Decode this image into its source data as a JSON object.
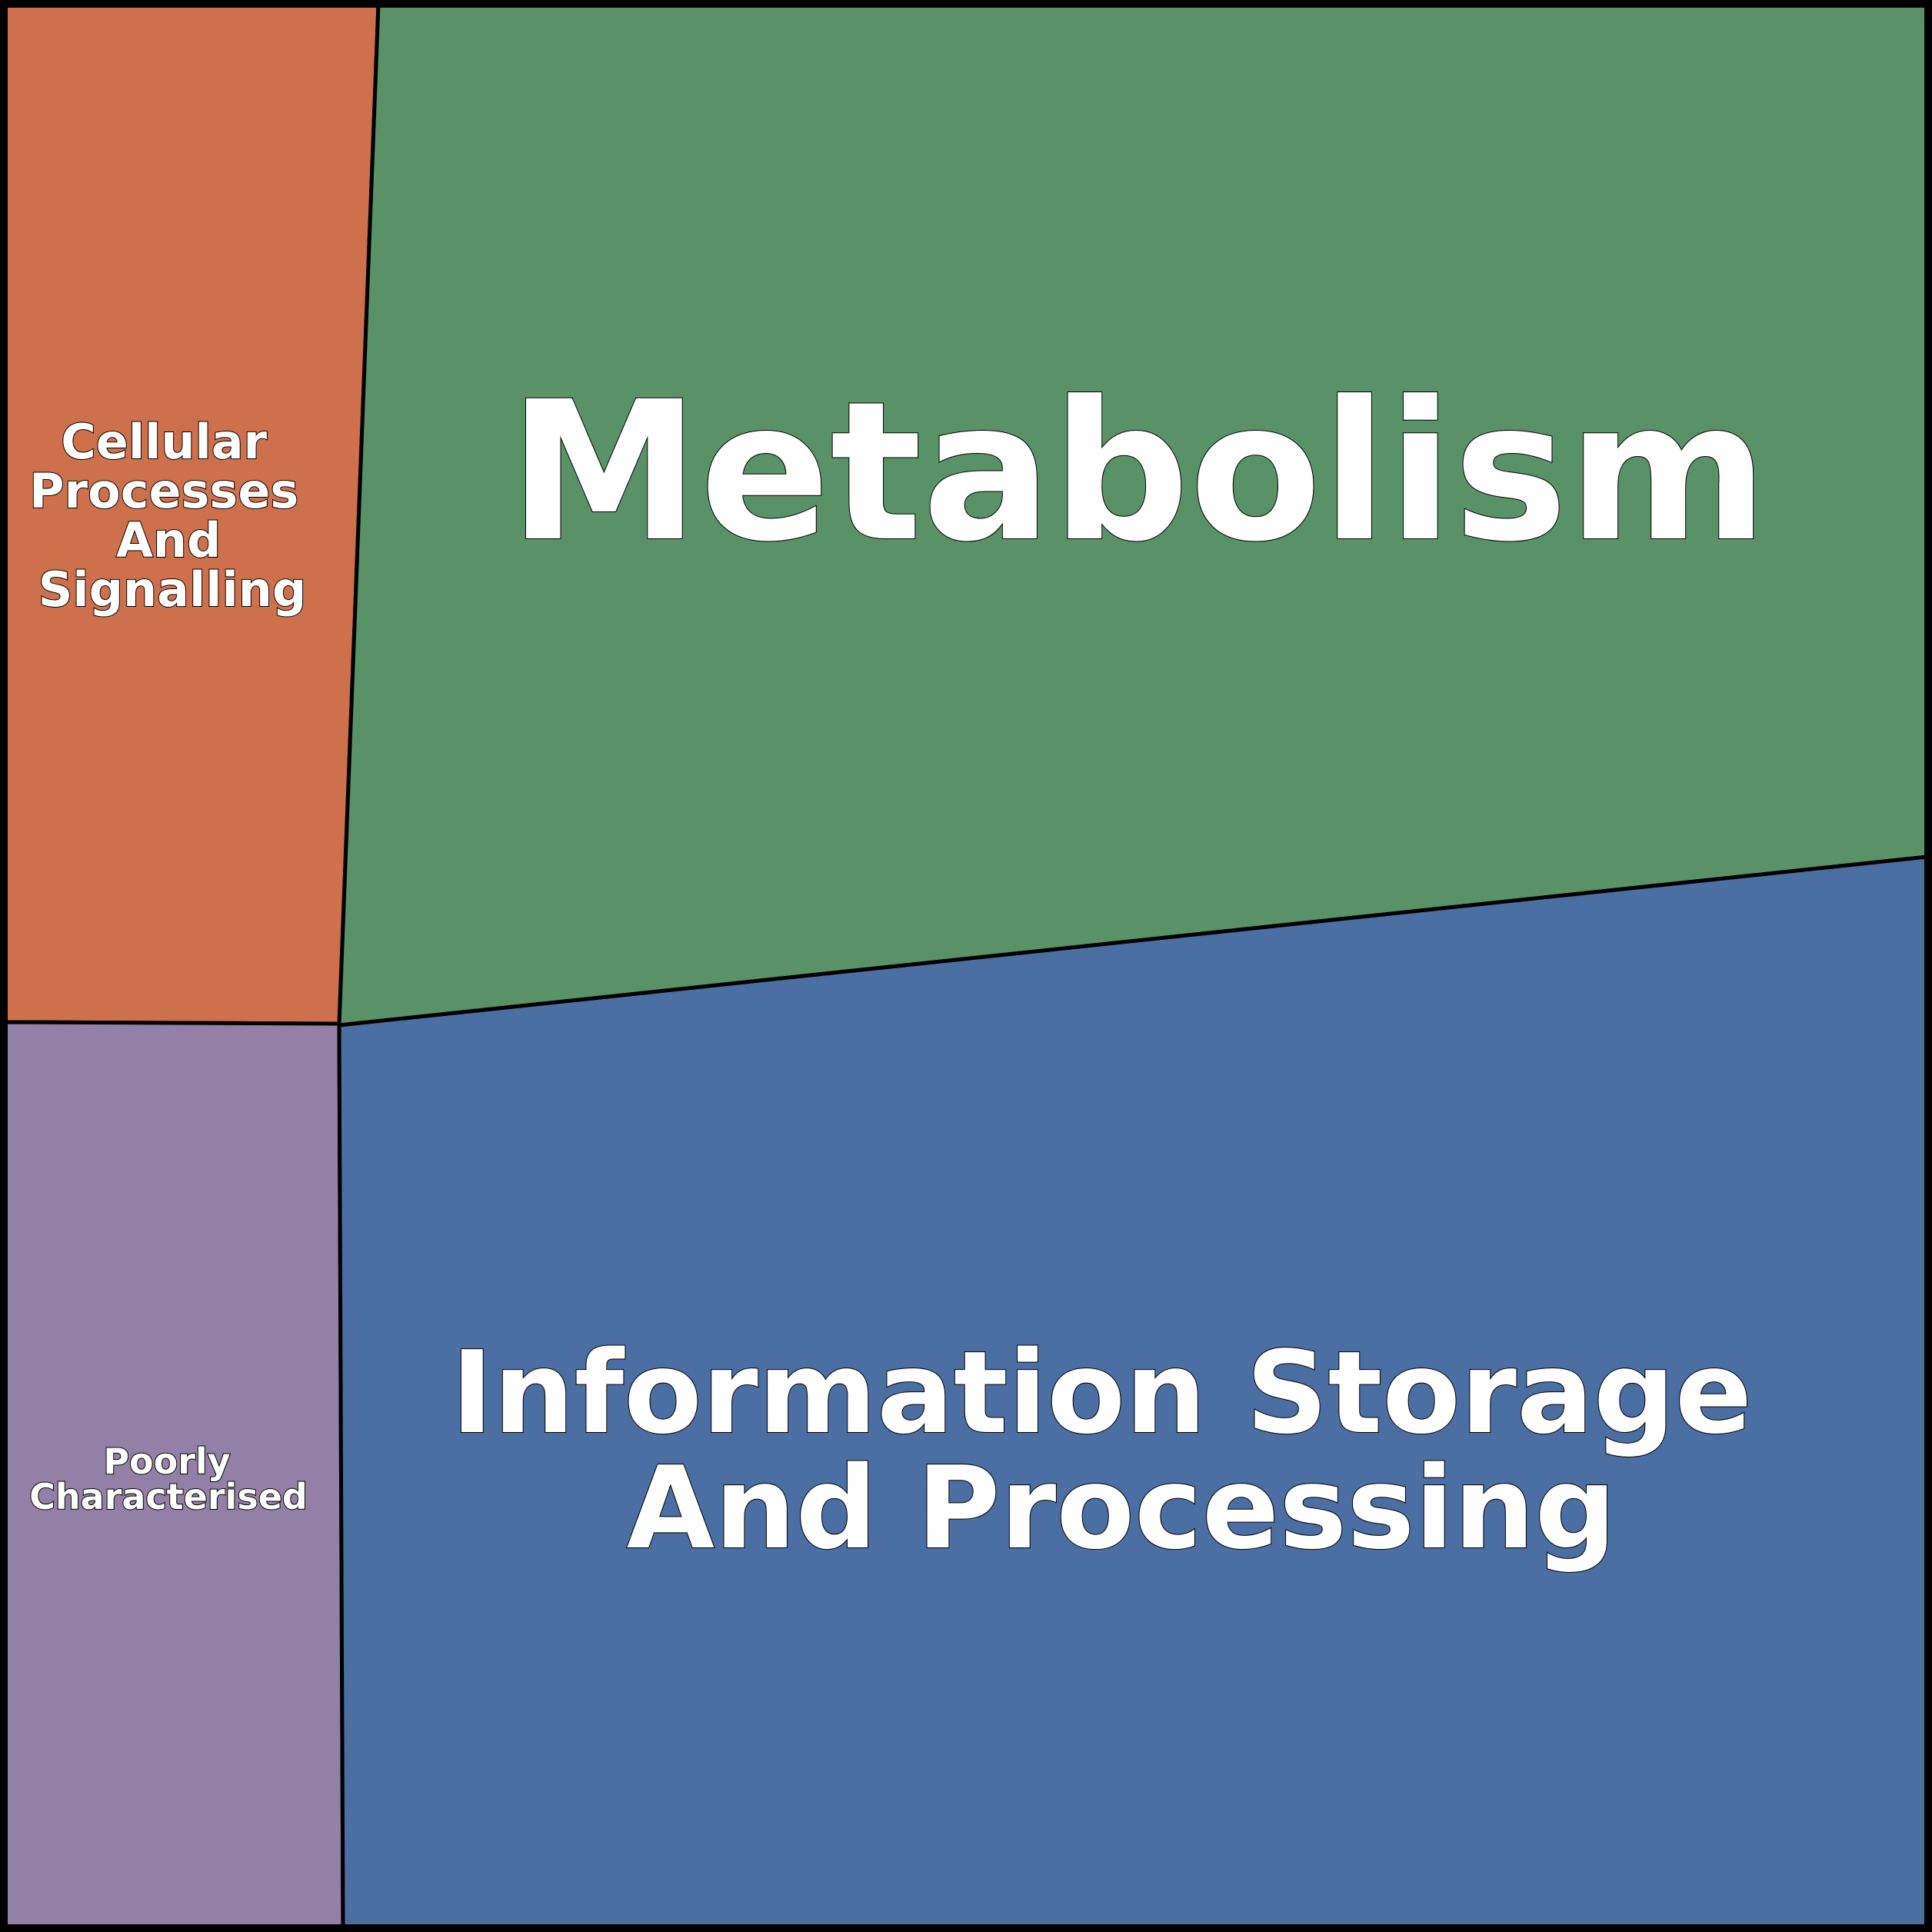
{
  "diagram": {
    "cells": [
      {
        "id": "metabolism",
        "lines": [
          "Metabolism"
        ],
        "color": "#5a9268"
      },
      {
        "id": "information-storage",
        "lines": [
          "Information Storage",
          "And Processing"
        ],
        "color": "#4b6ea3"
      },
      {
        "id": "cellular-processes",
        "lines": [
          "Cellular",
          "Processes",
          "And",
          "Signalling"
        ],
        "color": "#cf704c"
      },
      {
        "id": "poorly-characterised",
        "lines": [
          "Poorly",
          "Characterised"
        ],
        "color": "#9380a6"
      }
    ],
    "border_color": "#000000"
  }
}
